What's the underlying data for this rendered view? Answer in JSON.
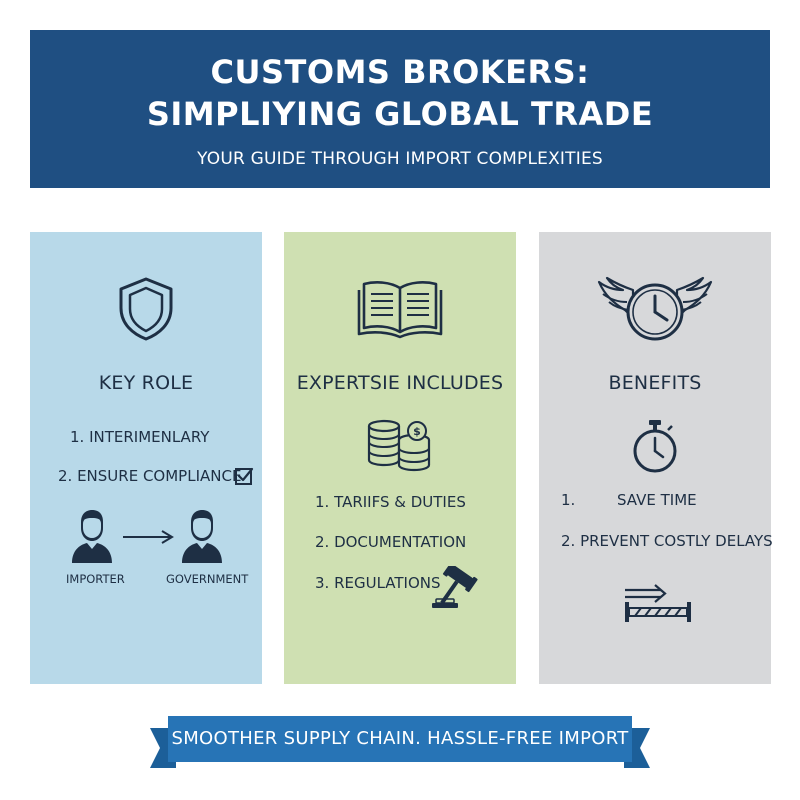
{
  "header": {
    "title_line1": "CUSTOMS BROKERS:",
    "title_line2": "SIMPLIYING GLOBAL TRADE",
    "subtitle": "YOUR GUIDE THROUGH IMPORT COMPLEXITIES"
  },
  "panels": [
    {
      "heading": "KEY ROLE",
      "icon": "shield-icon",
      "items": [
        "1. INTERIMENLARY",
        "2. ENSURE COMPLIANCE"
      ],
      "flow": {
        "from": "IMPORTER",
        "to": "GOVERNMENT"
      }
    },
    {
      "heading": "EXPERTSIE INCLUDES",
      "icon": "open-book-icon",
      "items": [
        "1. TARIIFS & DUTIES",
        "2. DOCUMENTATION",
        "3. REGULATIONS"
      ]
    },
    {
      "heading": "BENEFITS",
      "icon": "winged-clock-icon",
      "items": [
        "1.",
        "SAVE TIME",
        "2. PREVENT COSTLY DELAYS"
      ]
    }
  ],
  "footer": {
    "banner": "SMOOTHER SUPPLY CHAIN. HASSLE-FREE IMPORT"
  },
  "colors": {
    "header_bg": "#1f4f82",
    "panel1_bg": "#b8d9e9",
    "panel2_bg": "#cfe0b2",
    "panel3_bg": "#d7d8da",
    "banner_bg": "#2774b6",
    "ink": "#1e2f44"
  }
}
